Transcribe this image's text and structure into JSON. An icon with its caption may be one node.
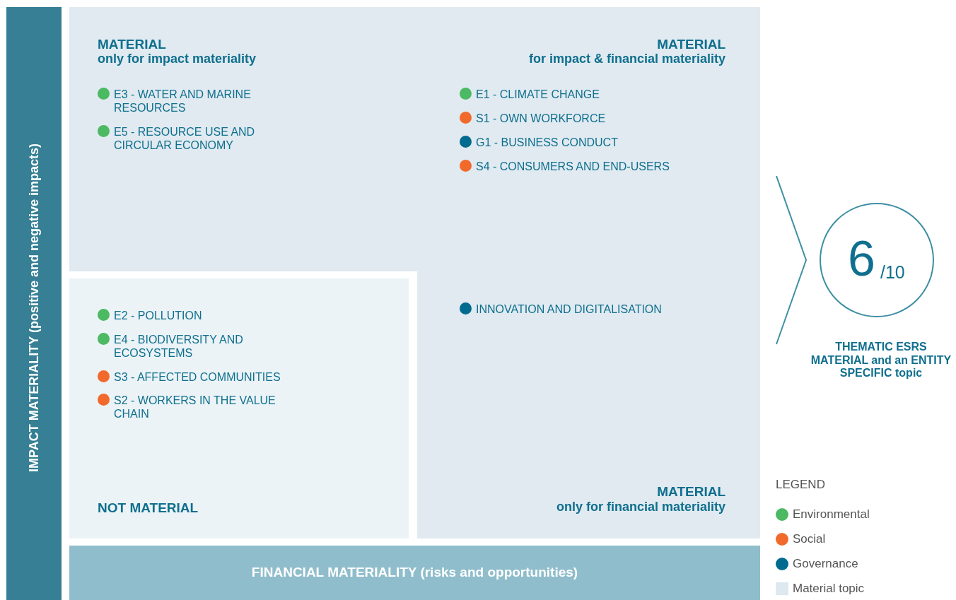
{
  "diagram": {
    "nodes": [
      {
        "text": [
          "IMPACT MATERIALITY (positive and negative impacts)"
        ]
      },
      {
        "text": [
          "MATERIAL",
          "only for impact materiality",
          "MATERIAL",
          "for impact & financial materiality",
          "MATERIAL",
          "only for financial materiality"
        ]
      },
      {
        "text": [
          "E3 - WATER AND MARINE RESOURCES"
        ],
        "in": 1
      },
      {
        "text": [
          "E5 - RESOURCE USE AND CIRCULAR ECONOMY"
        ],
        "in": 1
      },
      {
        "text": [
          "E1 - CLIMATE CHANGE"
        ],
        "in": 1
      },
      {
        "text": [
          "S1 - OWN WORKFORCE"
        ],
        "in": 1
      },
      {
        "text": [
          "G1 - BUSINESS CONDUCT"
        ],
        "in": 1
      },
      {
        "text": [
          "S4 - CONSUMERS AND END-USERS"
        ],
        "in": 1
      },
      {
        "text": [
          "NOT MATERIAL"
        ],
        "in": 1
      },
      {
        "text": [
          "E2 - POLLUTION"
        ],
        "in": 8
      },
      {
        "text": [
          "E4 - BIODIVERSITY AND ECOSYSTEMS"
        ],
        "in": 8
      },
      {
        "text": [
          "S3 - AFFECTED COMMUNITIES"
        ],
        "in": 8
      },
      {
        "text": [
          "S2 - WORKERS IN THE VALUE CHAIN"
        ],
        "in": 8
      },
      {
        "text": [
          "INNOVATION AND DIGITALISATION"
        ],
        "in": 1
      },
      {
        "text": [
          "FINANCIAL MATERIALITY (risks and opportunities)"
        ]
      },
      {
        "text": [
          "6",
          "/10"
        ],
        "beside": [
          "THEMATIC ESRS MATERIAL and an ENTITY SPECIFIC topic"
        ]
      }
    ],
    "labels": [
      "LEGEND"
    ],
    "legend": [
      {
        "text": "Environmental",
        "color": "#4cb963"
      },
      {
        "text": "Social",
        "color": "#f26a2b"
      },
      {
        "text": "Governance",
        "color": "#006b8f"
      },
      {
        "text": "Material topic",
        "color": "#dde8ef"
      }
    ]
  }
}
